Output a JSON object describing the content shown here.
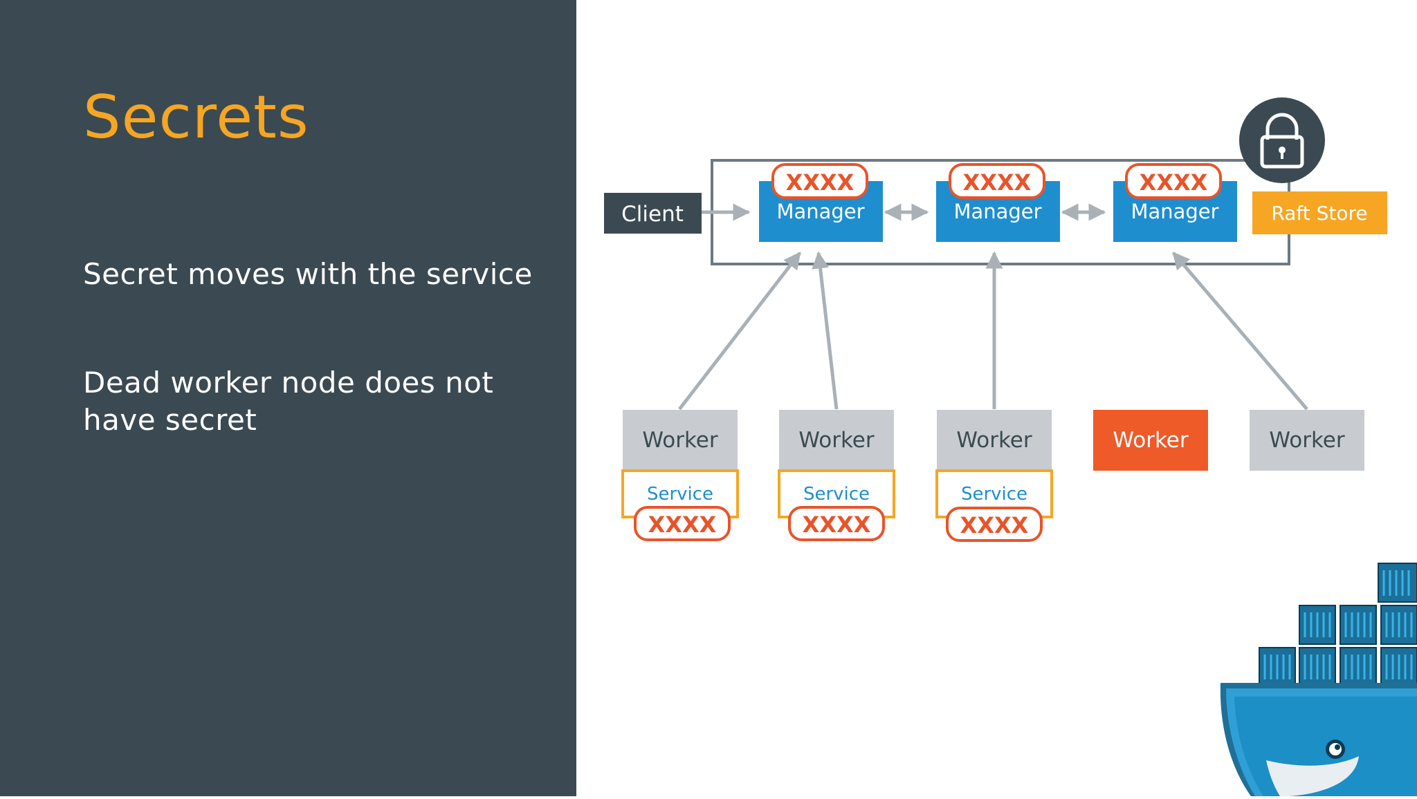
{
  "slide": {
    "title": "Secrets",
    "bullets": [
      "Secret moves with the service",
      "Dead worker node does not have secret"
    ]
  },
  "diagram": {
    "client": "Client",
    "managers": [
      "Manager",
      "Manager",
      "Manager"
    ],
    "raft_store": "Raft Store",
    "secret_mask": "XXXX",
    "workers": [
      {
        "label": "Worker",
        "service": "Service",
        "secret": "XXXX",
        "status": "healthy"
      },
      {
        "label": "Worker",
        "service": "Service",
        "secret": "XXXX",
        "status": "healthy"
      },
      {
        "label": "Worker",
        "service": "Service",
        "secret": "XXXX",
        "status": "healthy"
      },
      {
        "label": "Worker",
        "status": "dead"
      },
      {
        "label": "Worker",
        "status": "healthy"
      }
    ],
    "icons": [
      "lock-icon",
      "docker-whale-icon"
    ]
  },
  "colors": {
    "panel": "#3b4a52",
    "title": "#f6a623",
    "manager": "#1e8ecf",
    "worker": "#c8ccd0",
    "dead_worker": "#ee5a28",
    "raft_store": "#f6a623",
    "service_border": "#f6a623",
    "secret_border": "#e8542a",
    "connector": "#a9b1b7"
  }
}
